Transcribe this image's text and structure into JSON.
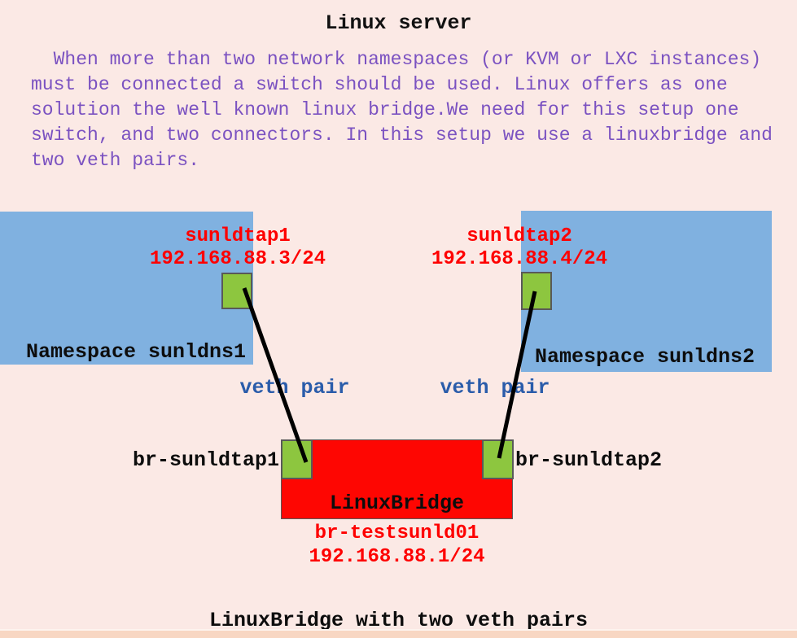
{
  "title": "Linux server",
  "description": {
    "lines": [
      "  When more than two network namespaces (or KVM or LXC instances)",
      "must be connected a switch should be used. Linux offers as one",
      "solution the well known linux bridge.We need for this setup one",
      "switch, and two connectors. In this setup we use a linuxbridge and",
      "two veth pairs."
    ]
  },
  "namespaces": [
    {
      "label": "Namespace sunldns1",
      "tap_name": "sunldtap1",
      "tap_ip": "192.168.88.3/24"
    },
    {
      "label": "Namespace sunldns2",
      "tap_name": "sunldtap2",
      "tap_ip": "192.168.88.4/24"
    }
  ],
  "veth_labels": {
    "left": "veth pair",
    "right": "veth pair"
  },
  "bridge": {
    "label": "LinuxBridge",
    "name": "br-testsunld01",
    "ip": "192.168.88.1/24",
    "port_left": "br-sunldtap1",
    "port_right": "br-sunldtap2"
  },
  "caption": "LinuxBridge with two veth pairs",
  "colors": {
    "background": "#fbe9e5",
    "namespace_blue": "#80b1e0",
    "tap_green": "#8dc63f",
    "bridge_red": "#fe0602",
    "description_purple": "#7b52c1",
    "label_red": "#fe0000",
    "veth_blue": "#2a5caa",
    "line_black": "#000000",
    "footer_strip_peach": "#f8d7c3"
  }
}
